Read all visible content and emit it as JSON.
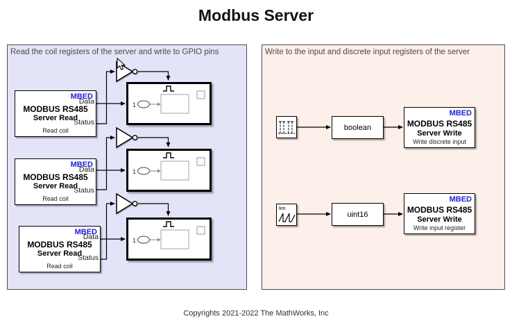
{
  "window": {
    "title": "Modbus Server",
    "footer": "Copyrights 2021-2022 The MathWorks, Inc"
  },
  "colors": {
    "left_region_bg": "#e4e4f8",
    "right_region_bg": "#fdefe9",
    "region_border": "#4c4c4c",
    "mbed_blue": "#2121d9",
    "block_bg": "#ffffff",
    "block_border": "#000000",
    "wire": "#000000"
  },
  "left": {
    "label": "Read the coil registers of the server and write to GPIO pins",
    "read_blocks": [
      {
        "tag": "MBED",
        "out1": "Data",
        "title1": "MODBUS RS485",
        "title2": "Server Read",
        "out2": "Status",
        "subtitle": "Read coil"
      },
      {
        "tag": "MBED",
        "out1": "Data",
        "title1": "MODBUS RS485",
        "title2": "Server Read",
        "out2": "Status",
        "subtitle": "Read coil"
      },
      {
        "tag": "MBED",
        "out1": "Data",
        "title1": "MODBUS RS485",
        "title2": "Server Read",
        "out2": "Status",
        "subtitle": "Read coil"
      }
    ],
    "subsystems": [
      {
        "port_label": "1"
      },
      {
        "port_label": "1"
      },
      {
        "port_label": "1"
      }
    ]
  },
  "right": {
    "label": "Write to the input and discrete input registers of the server",
    "rows": [
      {
        "source": {
          "icon": "pulse-train-icon",
          "label": ""
        },
        "converter": "boolean",
        "block": {
          "tag": "MBED",
          "title1": "MODBUS RS485",
          "title2": "Server Write",
          "subtitle": "Write discrete input"
        }
      },
      {
        "source": {
          "icon": "limited-counter-icon",
          "label": "lim"
        },
        "converter": "uint16",
        "block": {
          "tag": "MBED",
          "title1": "MODBUS RS485",
          "title2": "Server Write",
          "subtitle": "Write input register"
        }
      }
    ]
  }
}
